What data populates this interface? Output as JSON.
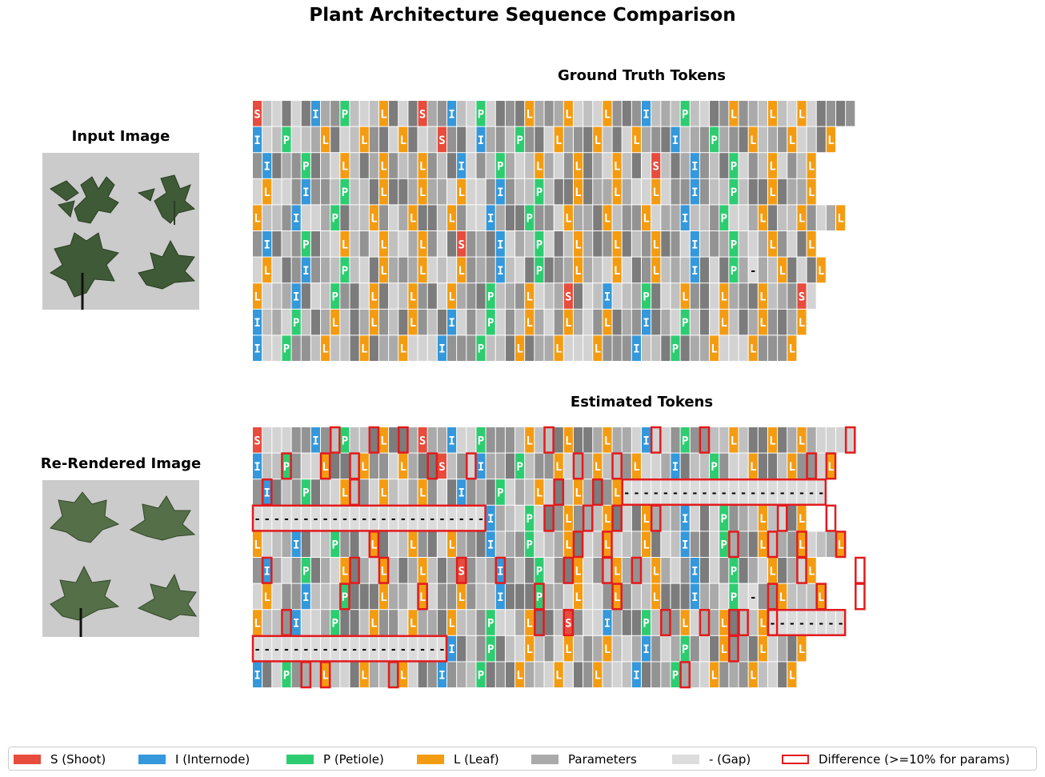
{
  "title": "Plant Architecture Sequence Comparison",
  "input_label": "Input Image",
  "rerendered_label": "Re-Rendered Image",
  "colors": {
    "S": "#e74c3c",
    "I": "#3498db",
    "P": "#2ecc71",
    "L": "#f39c12",
    "param_shades": [
      "#d3d3d3",
      "#c0c0c0",
      "#aaaaaa",
      "#939393",
      "#7c7c7c"
    ],
    "gap": "#dcdcdc",
    "diff": "#e31a1c"
  },
  "chart_data": [
    {
      "type": "heatmap",
      "title": "Ground Truth Tokens",
      "rows": [
        "Sp.pp.I..Pp..L...Sp.I.pP....L...L...L...I...P..p.L...L..L.....",
        "I..P...L...L...L...S...I...P...L...L...L...I...P...L...L...L",
        ".I...P...L...L...L...I...P...L...L...L...S...I...P...L...L",
        ".L...I...P...L...L...L...I...P...L...L...L...I...P...L...L",
        "L...I...P...L...L...L...I...P...L...L...L...I...P...L...L...L",
        ".I...P...L...L...L...S...I...P...L...L...L...I...P...L...L",
        ".L...I...P...L...L...L...I...P...L...L...L...I...P.-..L...L",
        "L...I...P...L...L...L...P...L...S...I...P...L...L...L...S.",
        "I...P...L...L...L...I...P...L...L...L...I...P...L...L...L",
        "I..P...L...L...L...I...P...L...L...L...I...P...L...L...L"
      ],
      "row_offsets": [
        0,
        0,
        0,
        0,
        0,
        0,
        0,
        0,
        0,
        0
      ]
    },
    {
      "type": "heatmap",
      "title": "Estimated Tokens",
      "rows": [
        "Sp.pp.I..Pp..L...Sp.I.pP....L...L...L...I...P..p.L...L..L.....",
        "I..P...L...L...L...S...I...P...L...L...L...I...P...L...L...L",
        ".I...P...L...L...L...I...P...L...L...L---------------------",
        "------------------------I...P...L...L...L...I...P...L...L",
        "L...I...P...L...L...L...I...P...L...L...L...I...P...L...L...L",
        ".I...P...L...L...L...S...I...P...L...L...L...I...P...L...L",
        ".L...I...P...L...L...L...I...P...L...L...L...I...P.-..L...L",
        "L...I...P...L...L...L...P...L...S...I...P...L...L...L--------",
        "--------------------I...P...L...L...L...I...P...L...L...L",
        "I..P...L...L...L...I...P...L...L...L...I...P...L...L...L"
      ],
      "row_offsets": [
        0,
        0,
        0,
        0,
        0,
        0,
        0,
        0,
        0,
        0
      ],
      "diff_cells": [
        [
          0,
          8
        ],
        [
          0,
          12
        ],
        [
          0,
          15
        ],
        [
          0,
          30
        ],
        [
          0,
          41
        ],
        [
          0,
          46
        ],
        [
          0,
          61
        ],
        [
          1,
          3
        ],
        [
          1,
          7
        ],
        [
          1,
          10
        ],
        [
          1,
          18
        ],
        [
          1,
          22
        ],
        [
          1,
          33
        ],
        [
          1,
          37
        ],
        [
          1,
          57
        ],
        [
          1,
          59
        ],
        [
          2,
          1
        ],
        [
          2,
          10
        ],
        [
          2,
          31
        ],
        [
          2,
          35
        ],
        [
          3,
          30
        ],
        [
          3,
          34
        ],
        [
          3,
          37
        ],
        [
          3,
          41
        ],
        [
          3,
          54
        ],
        [
          3,
          59
        ],
        [
          4,
          12
        ],
        [
          4,
          33
        ],
        [
          4,
          36
        ],
        [
          4,
          49
        ],
        [
          4,
          53
        ],
        [
          4,
          56
        ],
        [
          4,
          60
        ],
        [
          5,
          1
        ],
        [
          5,
          10
        ],
        [
          5,
          13
        ],
        [
          5,
          21
        ],
        [
          5,
          25
        ],
        [
          5,
          32
        ],
        [
          5,
          36
        ],
        [
          5,
          39
        ],
        [
          5,
          56
        ],
        [
          5,
          62
        ],
        [
          6,
          9
        ],
        [
          6,
          17
        ],
        [
          6,
          29
        ],
        [
          6,
          37
        ],
        [
          6,
          53
        ],
        [
          6,
          58
        ],
        [
          6,
          62
        ],
        [
          7,
          3
        ],
        [
          7,
          29
        ],
        [
          7,
          32
        ],
        [
          7,
          42
        ],
        [
          7,
          46
        ],
        [
          7,
          49
        ],
        [
          7,
          50
        ],
        [
          7,
          53
        ],
        [
          8,
          49
        ],
        [
          9,
          5
        ],
        [
          9,
          7
        ],
        [
          9,
          14
        ],
        [
          9,
          44
        ]
      ]
    }
  ],
  "legend": [
    {
      "key": "S",
      "label": "S (Shoot)"
    },
    {
      "key": "I",
      "label": "I (Internode)"
    },
    {
      "key": "P",
      "label": "P (Petiole)"
    },
    {
      "key": "L",
      "label": "L (Leaf)"
    },
    {
      "key": "param",
      "label": "Parameters"
    },
    {
      "key": "gap",
      "label": "- (Gap)"
    },
    {
      "key": "diff",
      "label": "Difference (>=10% for params)"
    }
  ]
}
